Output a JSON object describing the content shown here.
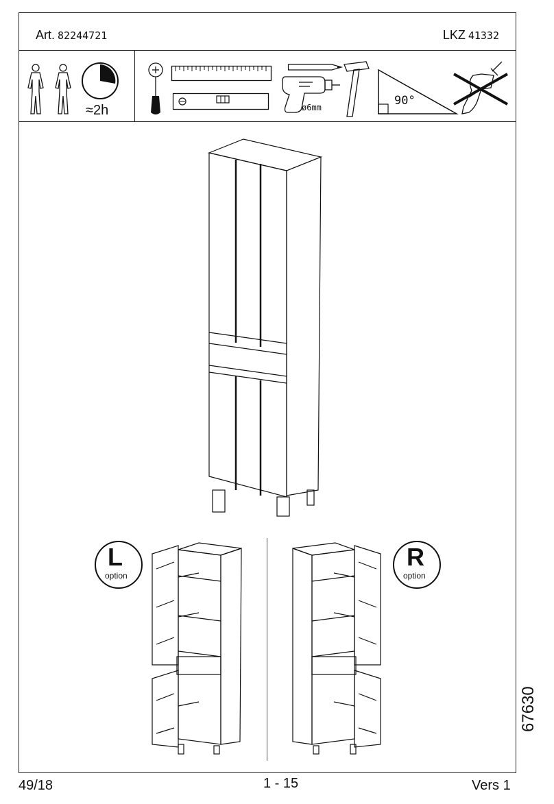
{
  "header": {
    "art_label": "Art.",
    "art_number": "82244721",
    "lkz_label": "LKZ",
    "lkz_number": "41332"
  },
  "tools": {
    "time_estimate": "≈2h",
    "drill_size": "ø6mm",
    "angle": "90°",
    "icons": [
      "two-persons-icon",
      "clock-icon",
      "screwdriver-icon",
      "ruler-icon",
      "spirit-level-icon",
      "pencil-icon",
      "drill-icon",
      "hammer-icon",
      "set-square-icon",
      "no-power-drill-icon"
    ]
  },
  "options": {
    "left_letter": "L",
    "left_word": "option",
    "right_letter": "R",
    "right_word": "option"
  },
  "footer": {
    "date": "49/18",
    "pages": "1 - 15",
    "version": "Vers 1",
    "side_code": "67630"
  }
}
